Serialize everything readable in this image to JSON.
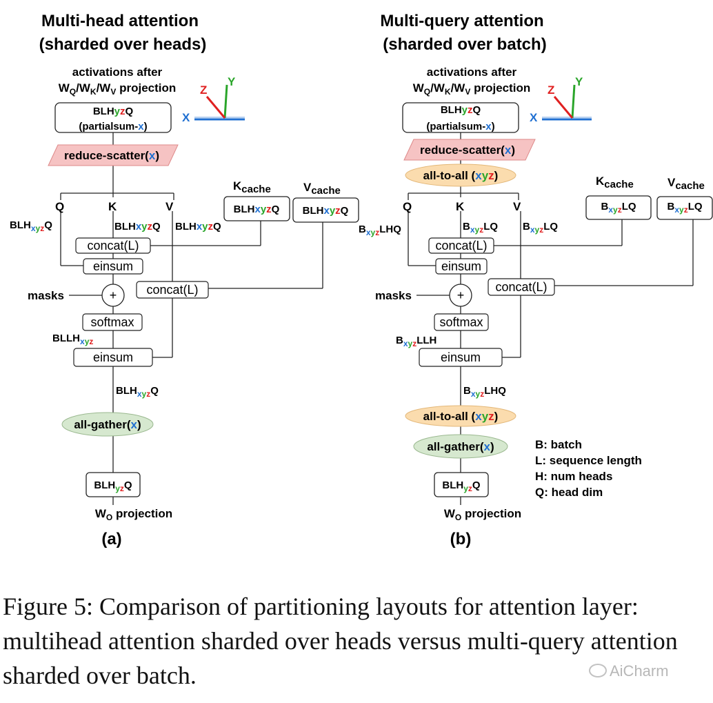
{
  "panel_a": {
    "title_line1": "Multi-head attention",
    "title_line2": "(sharded over heads)",
    "activations_line1": "activations after",
    "activations_line2": "WQ/WK/WV projection",
    "axis_x": "X",
    "axis_y": "Y",
    "axis_z": "Z",
    "input_box_line2": "(partialsum-x)",
    "reduce_scatter": "reduce-scatter(x)",
    "q": "Q",
    "k": "K",
    "v": "V",
    "k_cache": "Kcache",
    "v_cache": "Vcache",
    "concat": "concat(L)",
    "einsum": "einsum",
    "masks": "masks",
    "plus": "+",
    "softmax": "softmax",
    "all_gather": "all-gather(x)",
    "output_projection": "WO projection",
    "label": "(a)"
  },
  "panel_b": {
    "title_line1": "Multi-query attention",
    "title_line2": "(sharded over batch)",
    "activations_line1": "activations after",
    "activations_line2": "WQ/WK/WV projection",
    "axis_x": "X",
    "axis_y": "Y",
    "axis_z": "Z",
    "input_box_line2": "(partialsum-x)",
    "reduce_scatter": "reduce-scatter(x)",
    "all_to_all": "all-to-all (xyz)",
    "q": "Q",
    "k": "K",
    "v": "V",
    "k_cache": "Kcache",
    "v_cache": "Vcache",
    "concat": "concat(L)",
    "einsum": "einsum",
    "masks": "masks",
    "plus": "+",
    "softmax": "softmax",
    "all_to_all_2": "all-to-all (xyz)",
    "all_gather": "all-gather(x)",
    "output_projection": "WO projection",
    "label": "(b)"
  },
  "legend": {
    "b": "B: batch",
    "l": "L: sequence length",
    "h": "H: num heads",
    "q": "Q: head dim"
  },
  "caption": "Figure 5: Comparison of partitioning layouts for attention layer: multihead attention sharded over heads versus multi-query attention sharded over batch.",
  "watermark": "AiCharm",
  "colors": {
    "x": "#1f6fd1",
    "y": "#2aa52a",
    "z": "#e02020",
    "pink": "#f6c3c3",
    "orange": "#fbdcae",
    "green": "#d6e8cf"
  }
}
